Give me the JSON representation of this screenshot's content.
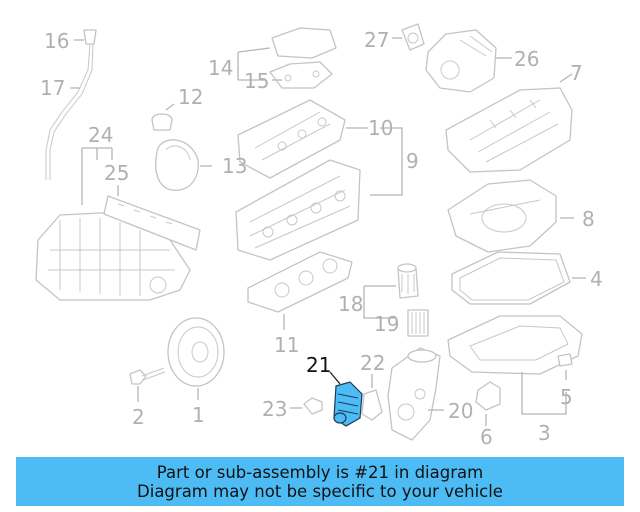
{
  "diagram": {
    "highlight_label": "21",
    "highlight_color": "#4dbcf5",
    "labels": [
      "1",
      "2",
      "3",
      "4",
      "5",
      "6",
      "7",
      "8",
      "9",
      "10",
      "11",
      "12",
      "13",
      "14",
      "15",
      "16",
      "17",
      "18",
      "19",
      "20",
      "22",
      "23",
      "24",
      "25",
      "26",
      "27"
    ]
  },
  "banner": {
    "line1": "Part or sub-assembly is #21 in diagram",
    "line2": "Diagram may not be specific to your vehicle",
    "background": "#4dbcf5"
  }
}
